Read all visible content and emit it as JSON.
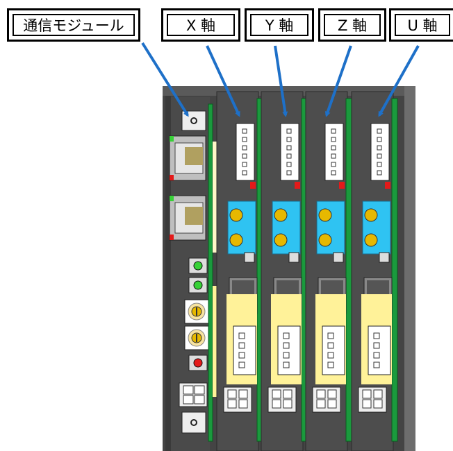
{
  "labels": {
    "comm": "通信モジュール",
    "x": "X 軸",
    "y": "Y 軸",
    "z": "Z 軸",
    "u": "U 軸"
  },
  "colors": {
    "housing": "#444444",
    "rail": "#6f6f6f",
    "pcb_green": "#1a9a3d",
    "yellow_board": "#fff299",
    "light_yellow": "#fff6c8",
    "cyan": "#2fc3f2",
    "arrow": "#1e70c8",
    "led_green": "#37d137",
    "led_red": "#e41a1a"
  }
}
